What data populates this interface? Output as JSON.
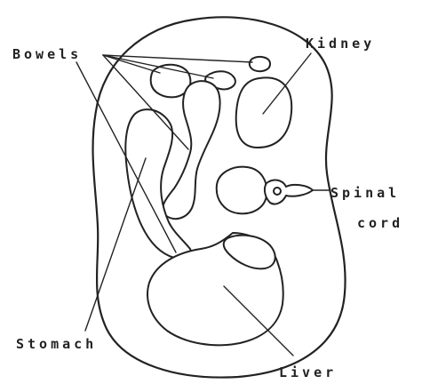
{
  "labels": {
    "bowels": "Bowels",
    "kidney": "Kidney",
    "spinal_line1": "Spinal",
    "spinal_line2": "cord",
    "stomach": "Stomach",
    "liver": "Liver"
  },
  "colors": {
    "ink": "#222222",
    "background": "#ffffff"
  }
}
